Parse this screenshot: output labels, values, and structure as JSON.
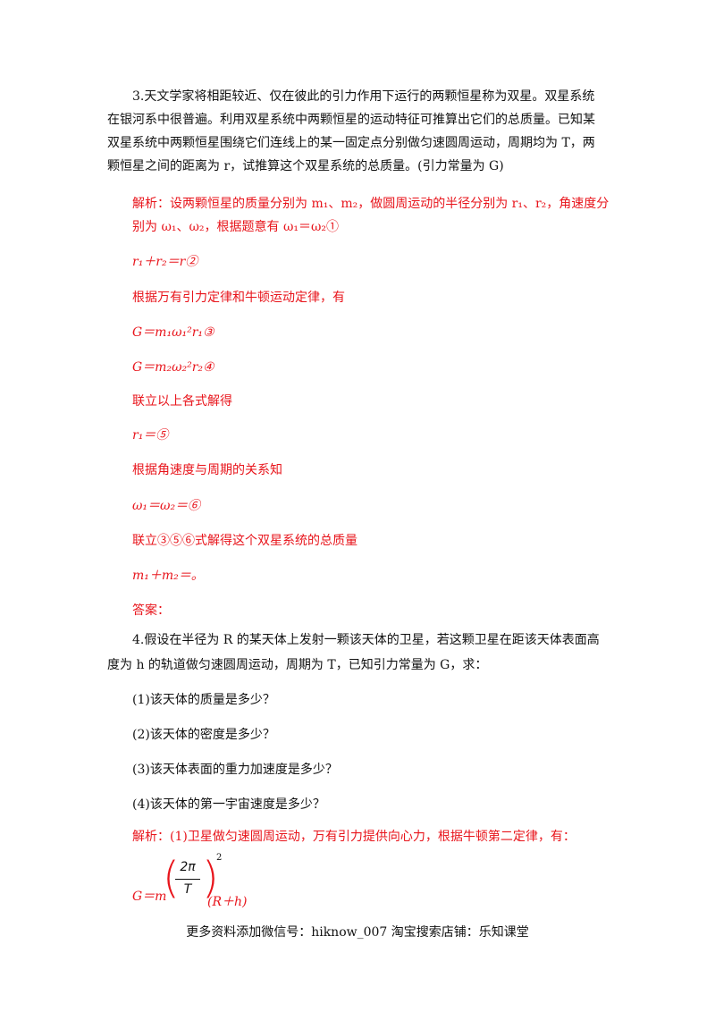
{
  "q3": {
    "lines": [
      "3.天文学家将相距较近、仅在彼此的引力作用下运行的两颗恒星称为双星。双星系统",
      "在银河系中很普遍。利用双星系统中两颗恒星的运动特征可推算出它们的总质量。已知某",
      "双星系统中两颗恒星围绕它们连线上的某一固定点分别做匀速圆周运动，周期均为 T，两",
      "颗恒星之间的距离为 r，试推算这个双星系统的总质量。(引力常量为 G)"
    ]
  },
  "sol3": {
    "l1": "解析：设两颗恒星的质量分别为 m₁、m₂，做圆周运动的半径分别为 r₁、r₂，角速度分",
    "l2": "别为 ω₁、ω₂，根据题意有 ω₁＝ω₂①",
    "l3": "r₁＋r₂＝r②",
    "l4": "根据万有引力定律和牛顿运动定律，有",
    "l5": "G＝m₁ω₁²r₁③",
    "l6": "G＝m₂ω₂²r₂④",
    "l7": "联立以上各式解得",
    "l8": "r₁＝⑤",
    "l9": "根据角速度与周期的关系知",
    "l10": "ω₁＝ω₂＝⑥",
    "l11": "联立③⑤⑥式解得这个双星系统的总质量",
    "l12": "m₁＋m₂＝。",
    "answer": "答案："
  },
  "q4": {
    "l1": "4.假设在半径为 R 的某天体上发射一颗该天体的卫星，若这颗卫星在距该天体表面高",
    "l2": "度为 h 的轨道做匀速圆周运动，周期为 T，已知引力常量为 G，求：",
    "s1": "(1)该天体的质量是多少？",
    "s2": "(2)该天体的密度是多少？",
    "s3": "(3)该天体表面的重力加速度是多少？",
    "s4": "(4)该天体的第一宇宙速度是多少？"
  },
  "sol4": {
    "l1": "解析：(1)卫星做匀速圆周运动，万有引力提供向心力，根据牛顿第二定律，有：",
    "formula_lhs": "G＝m",
    "numer": "2π",
    "denom": "T",
    "exp": "2",
    "tail": "(R＋h)"
  },
  "footer": "更多资料添加微信号：hiknow_007   淘宝搜索店铺：乐知课堂"
}
